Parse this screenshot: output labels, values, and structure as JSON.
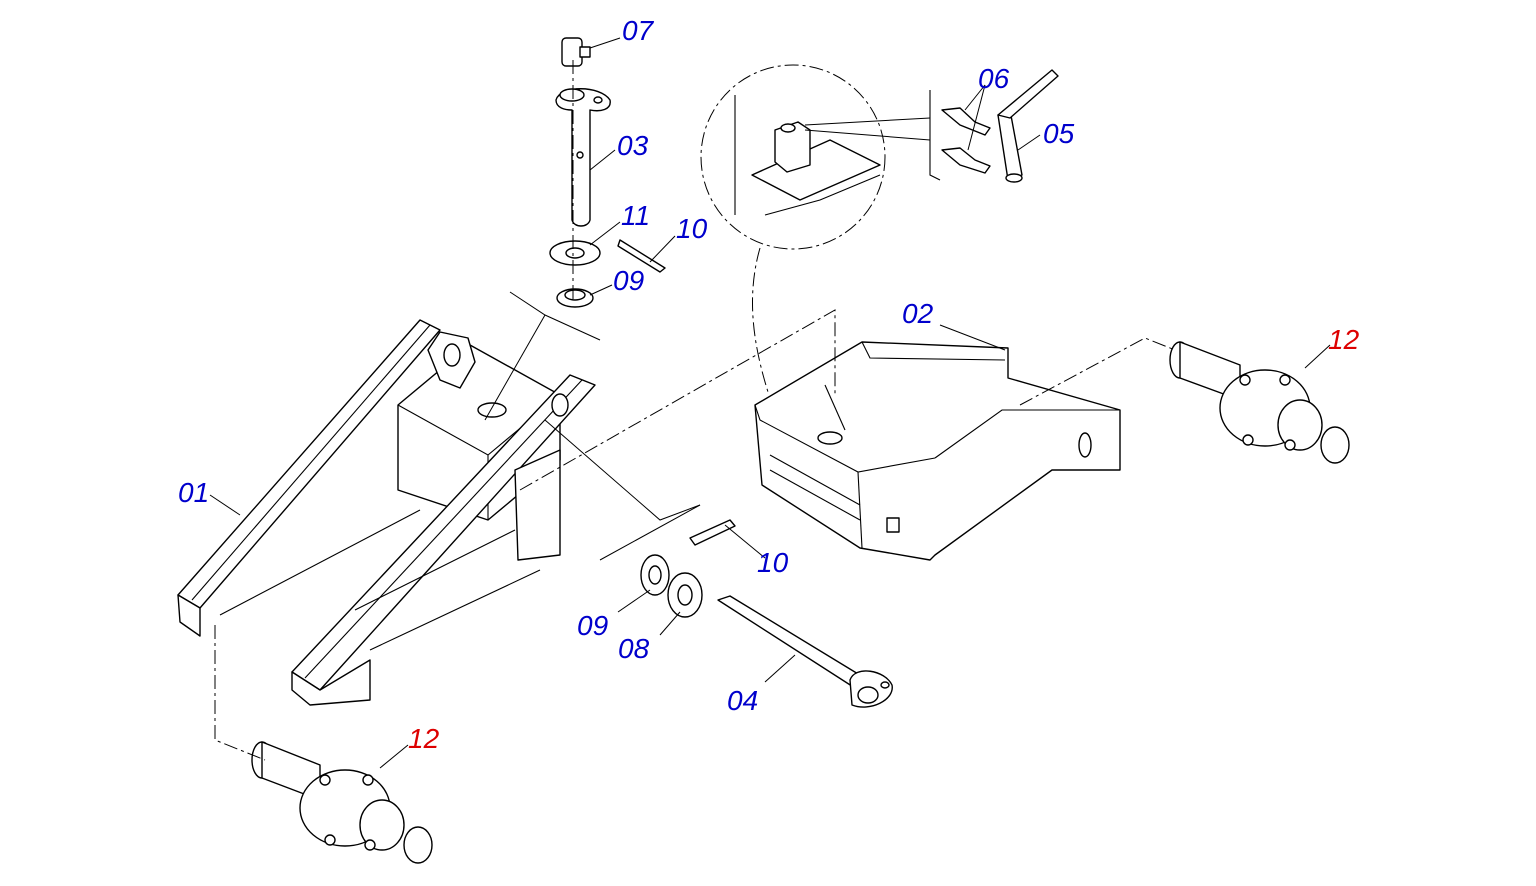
{
  "labels": {
    "p01": "01",
    "p02": "02",
    "p03": "03",
    "p04": "04",
    "p05": "05",
    "p06": "06",
    "p07": "07",
    "p08": "08",
    "p09a": "09",
    "p09b": "09",
    "p10a": "10",
    "p10b": "10",
    "p11": "11",
    "p12a": "12",
    "p12b": "12"
  },
  "colors": {
    "label_blue": "#0000cc",
    "label_red": "#dd0000",
    "line": "#000000",
    "background": "#ffffff"
  }
}
